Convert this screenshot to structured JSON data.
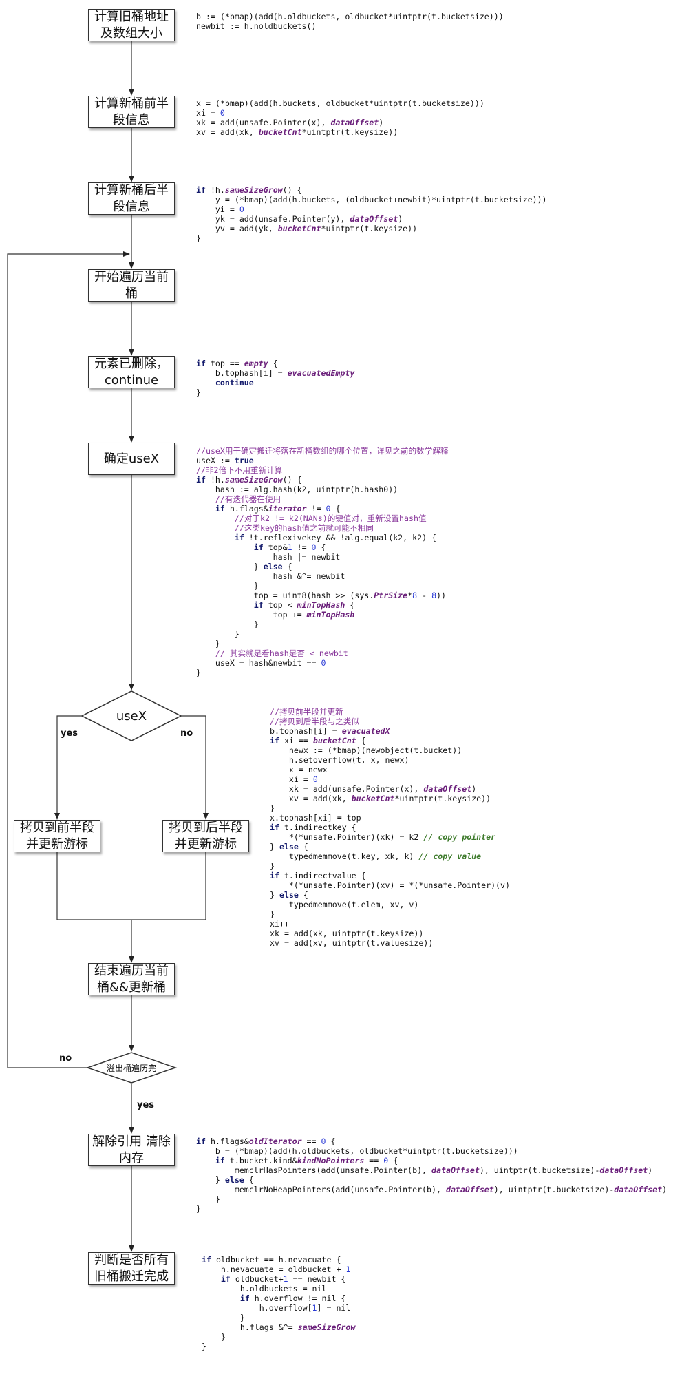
{
  "boxes": {
    "calc_old": "计算旧桶地址\n及数组大小",
    "calc_new_front": "计算新桶前半\n段信息",
    "calc_new_back": "计算新桶后半\n段信息",
    "start_iter": "开始遍历当前\n桶",
    "deleted": "元素已删除，\ncontinue",
    "decide_usex": "确定useX",
    "copy_front": "拷贝到前半段\n并更新游标",
    "copy_back": "拷贝到后半段\n并更新游标",
    "end_iter": "结束遍历当前\n桶&&更新桶",
    "release": "解除引用 清除\n内存",
    "judge": "判断是否所有\n旧桶搬迁完成"
  },
  "diamonds": {
    "usex": "useX",
    "overflow_done": "溢出桶遍历完"
  },
  "edge_labels": {
    "yes": "yes",
    "no": "no"
  },
  "code": {
    "c1": [
      "b := (*bmap)(add(h.oldbuckets, oldbucket*uintptr(t.bucketsize)))",
      "newbit := h.noldbuckets()"
    ],
    "c2": [
      "x = (*bmap)(add(h.buckets, oldbucket*uintptr(t.bucketsize)))",
      "xi = 0",
      "xk = add(unsafe.Pointer(x), dataOffset)",
      "xv = add(xk, bucketCnt*uintptr(t.keysize))"
    ],
    "c3": [
      "if !h.sameSizeGrow() {",
      "    y = (*bmap)(add(h.buckets, (oldbucket+newbit)*uintptr(t.bucketsize)))",
      "    yi = 0",
      "    yk = add(unsafe.Pointer(y), dataOffset)",
      "    yv = add(yk, bucketCnt*uintptr(t.keysize))",
      "}"
    ],
    "c4": [
      "if top == empty {",
      "    b.tophash[i] = evacuatedEmpty",
      "    continue",
      "}"
    ],
    "c5": [
      "//useX用于确定搬迁将落在新桶数组的哪个位置，详见之前的数学解释",
      "useX := true",
      "//非2倍下不用重新计算",
      "if !h.sameSizeGrow() {",
      "    hash := alg.hash(k2, uintptr(h.hash0))",
      "    //有迭代器在使用",
      "    if h.flags&iterator != 0 {",
      "        //对于k2 != k2(NANs)的键值对，重新设置hash值",
      "        //这类key的hash值之前就可能不相同",
      "        if !t.reflexivekey && !alg.equal(k2, k2) {",
      "            if top&1 != 0 {",
      "                hash |= newbit",
      "            } else {",
      "                hash &^= newbit",
      "            }",
      "            top = uint8(hash >> (sys.PtrSize*8 - 8))",
      "            if top < minTopHash {",
      "                top += minTopHash",
      "            }",
      "        }",
      "    }",
      "    // 其实就是看hash是否 < newbit",
      "    useX = hash&newbit == 0",
      "}"
    ],
    "c6": [
      "//拷贝前半段并更新",
      "//拷贝到后半段与之类似",
      "b.tophash[i] = evacuatedX",
      "if xi == bucketCnt {",
      "    newx := (*bmap)(newobject(t.bucket))",
      "    h.setoverflow(t, x, newx)",
      "    x = newx",
      "    xi = 0",
      "    xk = add(unsafe.Pointer(x), dataOffset)",
      "    xv = add(xk, bucketCnt*uintptr(t.keysize))",
      "}",
      "x.tophash[xi] = top",
      "if t.indirectkey {",
      "    *(*unsafe.Pointer)(xk) = k2 // copy pointer",
      "} else {",
      "    typedmemmove(t.key, xk, k) // copy value",
      "}",
      "if t.indirectvalue {",
      "    *(*unsafe.Pointer)(xv) = *(*unsafe.Pointer)(v)",
      "} else {",
      "    typedmemmove(t.elem, xv, v)",
      "}",
      "xi++",
      "xk = add(xk, uintptr(t.keysize))",
      "xv = add(xv, uintptr(t.valuesize))"
    ],
    "c7": [
      "if h.flags&oldIterator == 0 {",
      "    b = (*bmap)(add(h.oldbuckets, oldbucket*uintptr(t.bucketsize)))",
      "    if t.bucket.kind&kindNoPointers == 0 {",
      "        memclrHasPointers(add(unsafe.Pointer(b), dataOffset), uintptr(t.bucketsize)-dataOffset)",
      "    } else {",
      "        memclrNoHeapPointers(add(unsafe.Pointer(b), dataOffset), uintptr(t.bucketsize)-dataOffset)",
      "    }",
      "}"
    ],
    "c8": [
      "if oldbucket == h.nevacuate {",
      "    h.nevacuate = oldbucket + 1",
      "    if oldbucket+1 == newbit {",
      "        h.oldbuckets = nil",
      "        if h.overflow != nil {",
      "            h.overflow[1] = nil",
      "        }",
      "        h.flags &^= sameSizeGrow",
      "    }",
      "}"
    ]
  }
}
